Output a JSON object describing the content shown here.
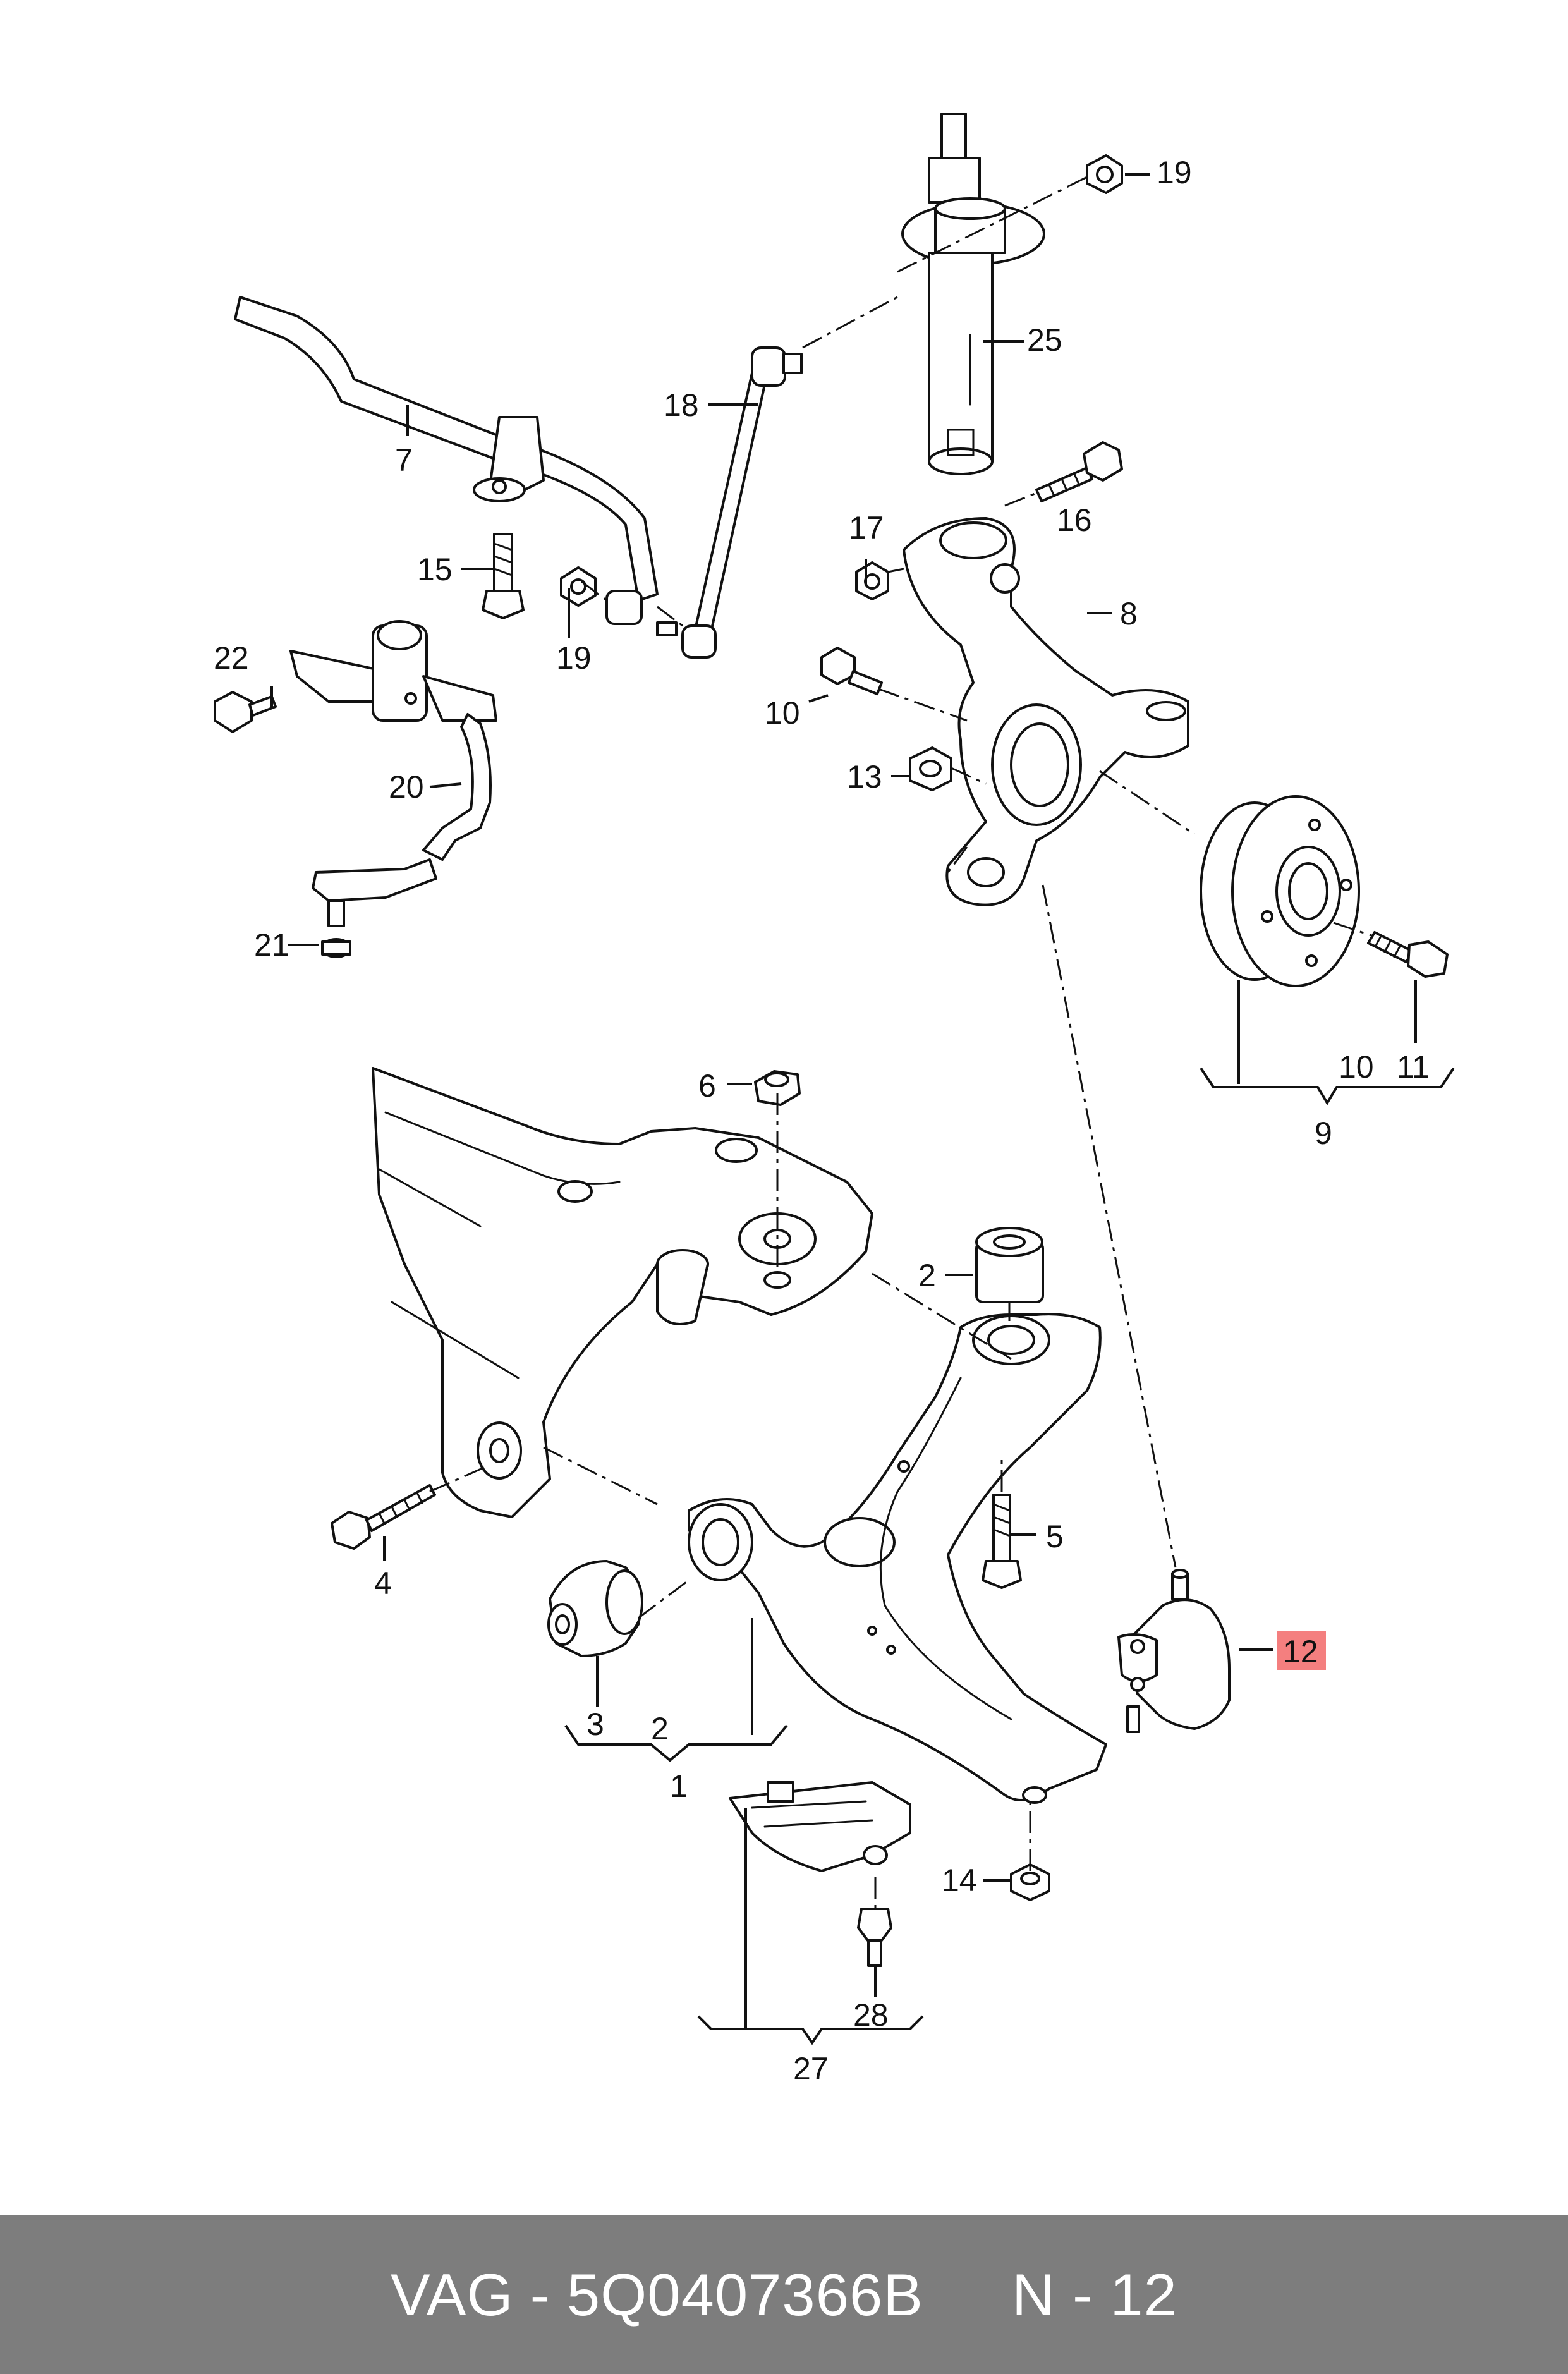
{
  "diagram": {
    "highlight_color": "#f47f7f",
    "callouts": {
      "c1": "1",
      "c2a": "2",
      "c2b": "2",
      "c3": "3",
      "c4": "4",
      "c5": "5",
      "c6": "6",
      "c7": "7",
      "c8": "8",
      "c9": "9",
      "c10a": "10",
      "c10b": "10",
      "c11": "11",
      "c12": "12",
      "c13": "13",
      "c14": "14",
      "c15": "15",
      "c16": "16",
      "c17": "17",
      "c18": "18",
      "c19a": "19",
      "c19b": "19",
      "c20": "20",
      "c21": "21",
      "c22": "22",
      "c25": "25",
      "c27": "27",
      "c28": "28"
    }
  },
  "footer": {
    "background_color": "#7d7d7d",
    "brand": "VAG",
    "dash": "-",
    "part_number": "5Q0407366B",
    "ref_prefix": "N - 12"
  }
}
